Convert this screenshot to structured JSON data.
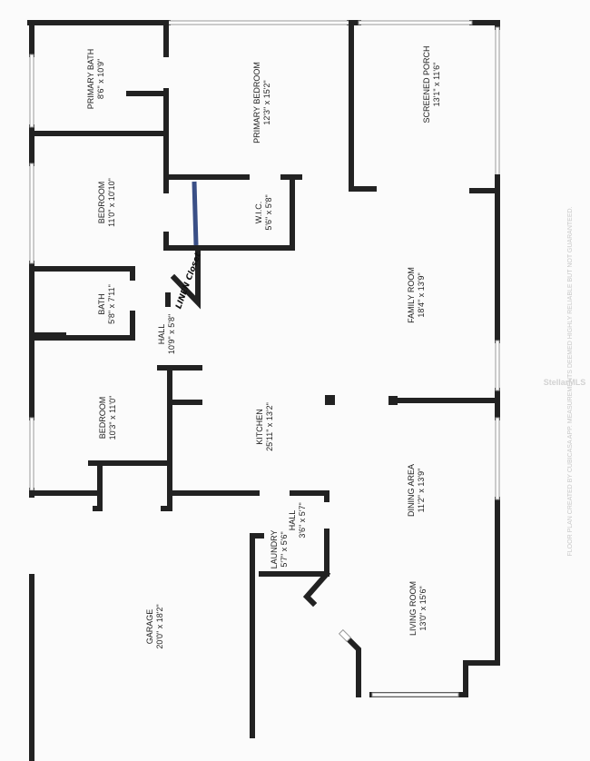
{
  "rooms": [
    {
      "name": "PRIMARY BATH",
      "size": "8'6\" x 10'9\""
    },
    {
      "name": "PRIMARY BEDROOM",
      "size": "12'3\" x 15'2\""
    },
    {
      "name": "SCREENED PORCH",
      "size": "13'1\" x 11'6\""
    },
    {
      "name": "BEDROOM",
      "size": "11'0\" x 10'10\""
    },
    {
      "name": "W.I.C.",
      "size": "5'6\" x 5'8\""
    },
    {
      "name": "BATH",
      "size": "5'8\" x 7'11\""
    },
    {
      "name": "HALL",
      "size": "10'9\" x 5'8\""
    },
    {
      "name": "FAMILY ROOM",
      "size": "18'4\" x 13'9\""
    },
    {
      "name": "BEDROOM",
      "size": "10'3\" x 11'0\""
    },
    {
      "name": "KITCHEN",
      "size": "25'11\" x 13'2\""
    },
    {
      "name": "DINING AREA",
      "size": "11'2\" x 13'9\""
    },
    {
      "name": "HALL",
      "size": "3'6\" x 5'7\""
    },
    {
      "name": "LAUNDRY",
      "size": "5'7\" x 5'6\""
    },
    {
      "name": "GARAGE",
      "size": "20'0\" x 18'2\""
    },
    {
      "name": "LIVING ROOM",
      "size": "13'0\" x 15'6\""
    }
  ],
  "annotation": "LINEN Closet",
  "disclaimer": "FLOOR PLAN CREATED BY CUBICASA APP. MEASUREMENTS DEEMED HIGHLY RELIABLE BUT NOT GUARANTEED.",
  "watermark": "StellarMLS"
}
